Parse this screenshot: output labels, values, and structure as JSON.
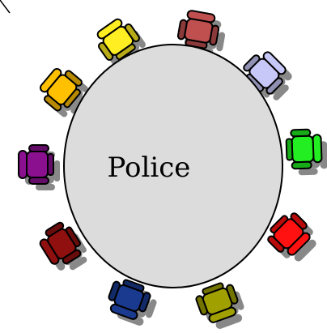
{
  "table": {
    "label": "Police",
    "fill_color": "#dcdcdc",
    "edge_color": "#000000"
  },
  "chairs": [
    {
      "name": "chair-yellow",
      "color": "#ffee22"
    },
    {
      "name": "chair-brown-red",
      "color": "#c05050"
    },
    {
      "name": "chair-lavender",
      "color": "#c8c8f8"
    },
    {
      "name": "chair-green",
      "color": "#22ee22"
    },
    {
      "name": "chair-red",
      "color": "#ff1111"
    },
    {
      "name": "chair-olive",
      "color": "#a0a000"
    },
    {
      "name": "chair-navy",
      "color": "#1a3a90"
    },
    {
      "name": "chair-dark-red",
      "color": "#901010"
    },
    {
      "name": "chair-purple",
      "color": "#8a1090"
    },
    {
      "name": "chair-orange",
      "color": "#ffc000"
    }
  ]
}
